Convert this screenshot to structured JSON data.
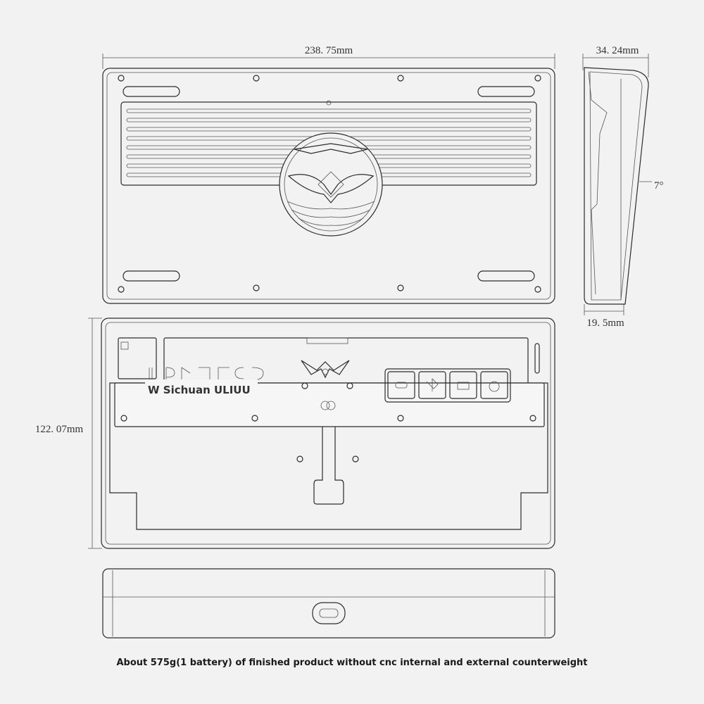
{
  "dimensions": {
    "width": "238. 75mm",
    "height": "122. 07mm",
    "side_top_depth": "34. 24mm",
    "side_bottom_depth": "19. 5mm",
    "tilt_angle": "7°"
  },
  "watermark": "W Sichuan ULIUU",
  "caption": "About 575g(1 battery) of finished product without cnc internal and external counterweight",
  "accent_colors": {
    "line": "#2c2c2c",
    "background": "#f2f2f2"
  }
}
